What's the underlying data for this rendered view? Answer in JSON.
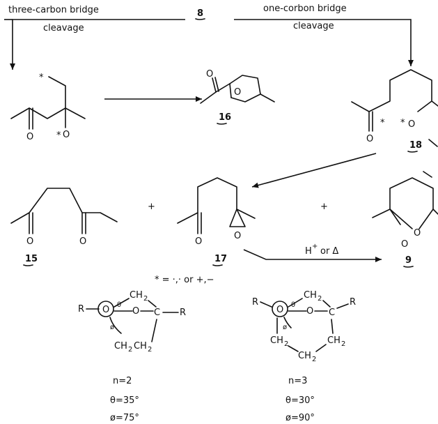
{
  "header": {
    "left_title": "three-carbon bridge",
    "left_sub": "cleavage",
    "center_label": "8",
    "right_title": "one-corbon bridge",
    "right_sub": "cleavage"
  },
  "compounds": {
    "c16": "16",
    "c18": "18",
    "c15": "15",
    "c17": "17",
    "c9": "9"
  },
  "plus": "+",
  "conditions": {
    "h_text": "H",
    "h_sup": "+",
    "or_delta": "or Δ"
  },
  "legend": "* = ·,· or +,−",
  "atoms": {
    "O": "O",
    "R": "R",
    "C": "C",
    "CH2": "CH",
    "sub2": "2",
    "star": "*",
    "theta": "θ",
    "phi": "ø"
  },
  "geometries": [
    {
      "n": "n=2",
      "theta": "θ=35°",
      "phi": "ø=75°"
    },
    {
      "n": "n=3",
      "theta": "θ=30°",
      "phi": "ø=90°"
    }
  ]
}
